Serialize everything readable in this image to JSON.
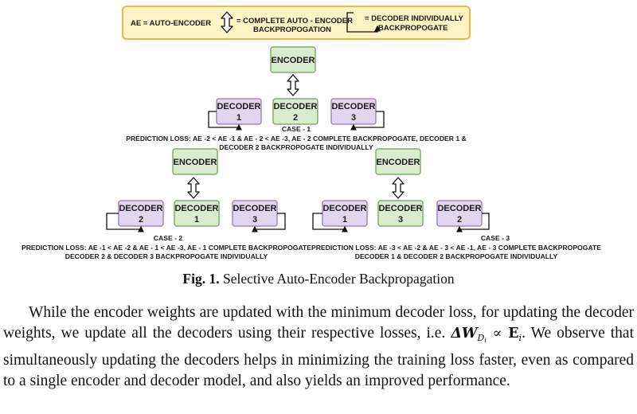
{
  "legend": {
    "ae_def": "AE = AUTO-ENCODER",
    "complete_line1": "= COMPLETE AUTO - ENCODER",
    "complete_line2": "BACKPROPOGATION",
    "individual_line1": "= DECODER INDIVIDUALLY",
    "individual_line2": "BACKPROPOGATE"
  },
  "labels": {
    "encoder": "ENCODER",
    "decoder": "DECODER"
  },
  "case1": {
    "decoders": [
      "1",
      "2",
      "3"
    ],
    "title": "CASE - 1",
    "line1": "PREDICTION LOSS: AE -2 < AE -1 & AE - 2 < AE -3, AE - 2 COMPLETE BACKPROPOGATE,  DECODER 1 &",
    "line2": "DECODER 2 BACKPROPOGATE INDIVIDUALLY"
  },
  "case2": {
    "decoders": [
      "2",
      "1",
      "3"
    ],
    "title": "CASE - 2",
    "line1": "PREDICTION LOSS: AE -1 < AE -2 & AE - 1 < AE -3, AE - 1 COMPLETE BACKPROPOGATE",
    "line2": "DECODER 2 & DECODER 3 BACKPROPOGATE INDIVIDUALLY"
  },
  "case3": {
    "decoders": [
      "1",
      "3",
      "2"
    ],
    "title": "CASE - 3",
    "line1": "PREDICTION LOSS: AE -3 < AE -2 & AE - 3 < AE -1, AE - 3 COMPLETE BACKPROPOGATE",
    "line2": "DECODER 1 & DECODER 2 BACKPROPOGATE INDIVIDUALLY"
  },
  "caption": {
    "label": "Fig. 1.",
    "text": "Selective Auto-Encoder Backpropagation"
  },
  "paragraph": {
    "part1": "While the encoder weights are updated with the minimum decoder loss, for updating the decoder weights, we update all the decoders using their respective losses, i.e. ",
    "math_delta": "ΔW",
    "math_sub": "D",
    "math_subsub": "i",
    "math_rel": " ∝ ",
    "math_e": "E",
    "math_e_sub": "i",
    "part2": ". We observe that simultaneously updating the decoders helps in minimizing the training loss faster, even as compared to a single encoder and decoder model, and also yields an improved performance."
  },
  "colors": {
    "legend_fill": "#fdf3c4",
    "legend_border": "#e6b94a",
    "encoder_fill": "#d9ecd0",
    "encoder_border": "#7fb26a",
    "decoder_fill": "#e2d5ee",
    "decoder_border": "#a986c6"
  }
}
